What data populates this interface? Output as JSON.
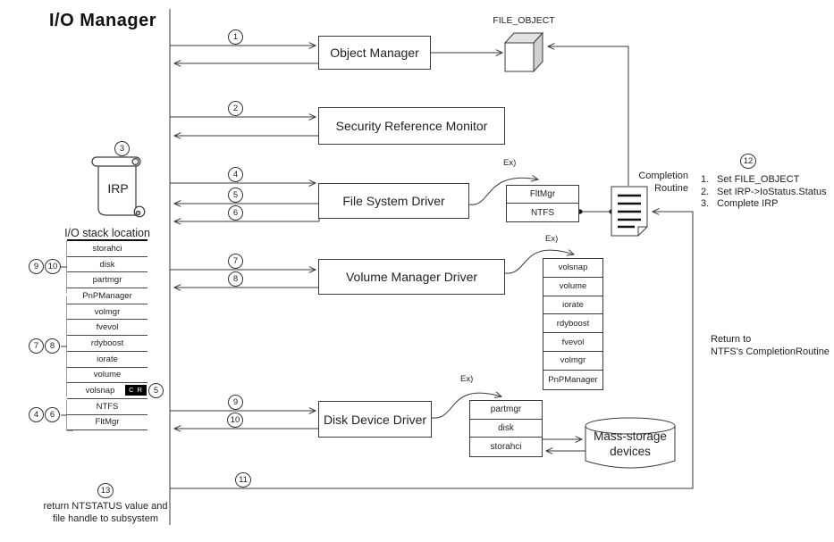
{
  "title": "I/O Manager",
  "stack_title": "I/O stack location",
  "irp": {
    "label": "IRP"
  },
  "file_object_label": "FILE_OBJECT",
  "ex_label": "Ex)",
  "boxes": {
    "object_manager": "Object Manager",
    "security_reference_monitor": "Security Reference Monitor",
    "file_system_driver": "File System Driver",
    "volume_manager_driver": "Volume Manager Driver",
    "disk_device_driver": "Disk Device Driver"
  },
  "left_stack": {
    "rows": [
      "storahci",
      "disk",
      "partmgr",
      "PnPManager",
      "volmgr",
      "fvevol",
      "rdyboost",
      "iorate",
      "volume",
      "volsnap",
      "NTFS",
      "FltMgr"
    ],
    "cr_badge": "C R"
  },
  "fs_stack": [
    "FltMgr",
    "NTFS"
  ],
  "volume_stack": [
    "volsnap",
    "volume",
    "iorate",
    "rdyboost",
    "fvevol",
    "volmgr",
    "PnPManager"
  ],
  "disk_stack": [
    "partmgr",
    "disk",
    "storahci"
  ],
  "mass_storage": {
    "line1": "Mass-storage",
    "line2": "devices"
  },
  "completion": {
    "label_line1": "Completion",
    "label_line2": "Routine",
    "steps": [
      {
        "num": "1.",
        "text": "Set FILE_OBJECT"
      },
      {
        "num": "2.",
        "text": "Set IRP->IoStatus.Status"
      },
      {
        "num": "3.",
        "text": "Complete IRP"
      }
    ]
  },
  "return_note": {
    "line1": "Return to",
    "line2": "NTFS's CompletionRoutine"
  },
  "bottom_note": {
    "line1": "return NTSTATUS value and",
    "line2": "file handle to subsystem"
  },
  "markers": {
    "n1": "1",
    "n2": "2",
    "n3": "3",
    "n4": "4",
    "n5": "5",
    "n6": "6",
    "n7": "7",
    "n8": "8",
    "n9": "9",
    "n10": "10",
    "n11": "11",
    "n12": "12",
    "n13": "13"
  },
  "colors": {
    "line": "#3a3a3a",
    "badge_bg": "#000000",
    "badge_fg": "#ffffff",
    "cube_shade": "#d9d9d9"
  }
}
